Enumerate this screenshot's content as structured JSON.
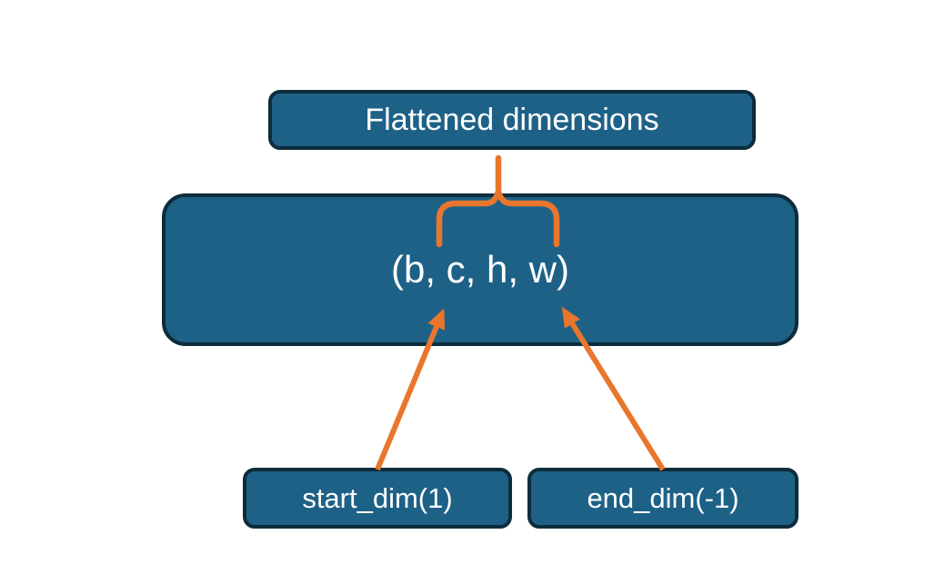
{
  "diagram": {
    "title_context": "tensor flatten dimensions diagram",
    "nodes": {
      "flattened_label": "Flattened dimensions",
      "tensor_shape": "(b, c, h, w)",
      "start_dim_label": "start_dim(1)",
      "end_dim_label": "end_dim(-1)"
    },
    "colors": {
      "box_fill": "#1e6187",
      "box_border": "#0d2c3c",
      "accent_orange": "#e8762c",
      "text": "#ffffff",
      "background": "#ffffff"
    }
  }
}
